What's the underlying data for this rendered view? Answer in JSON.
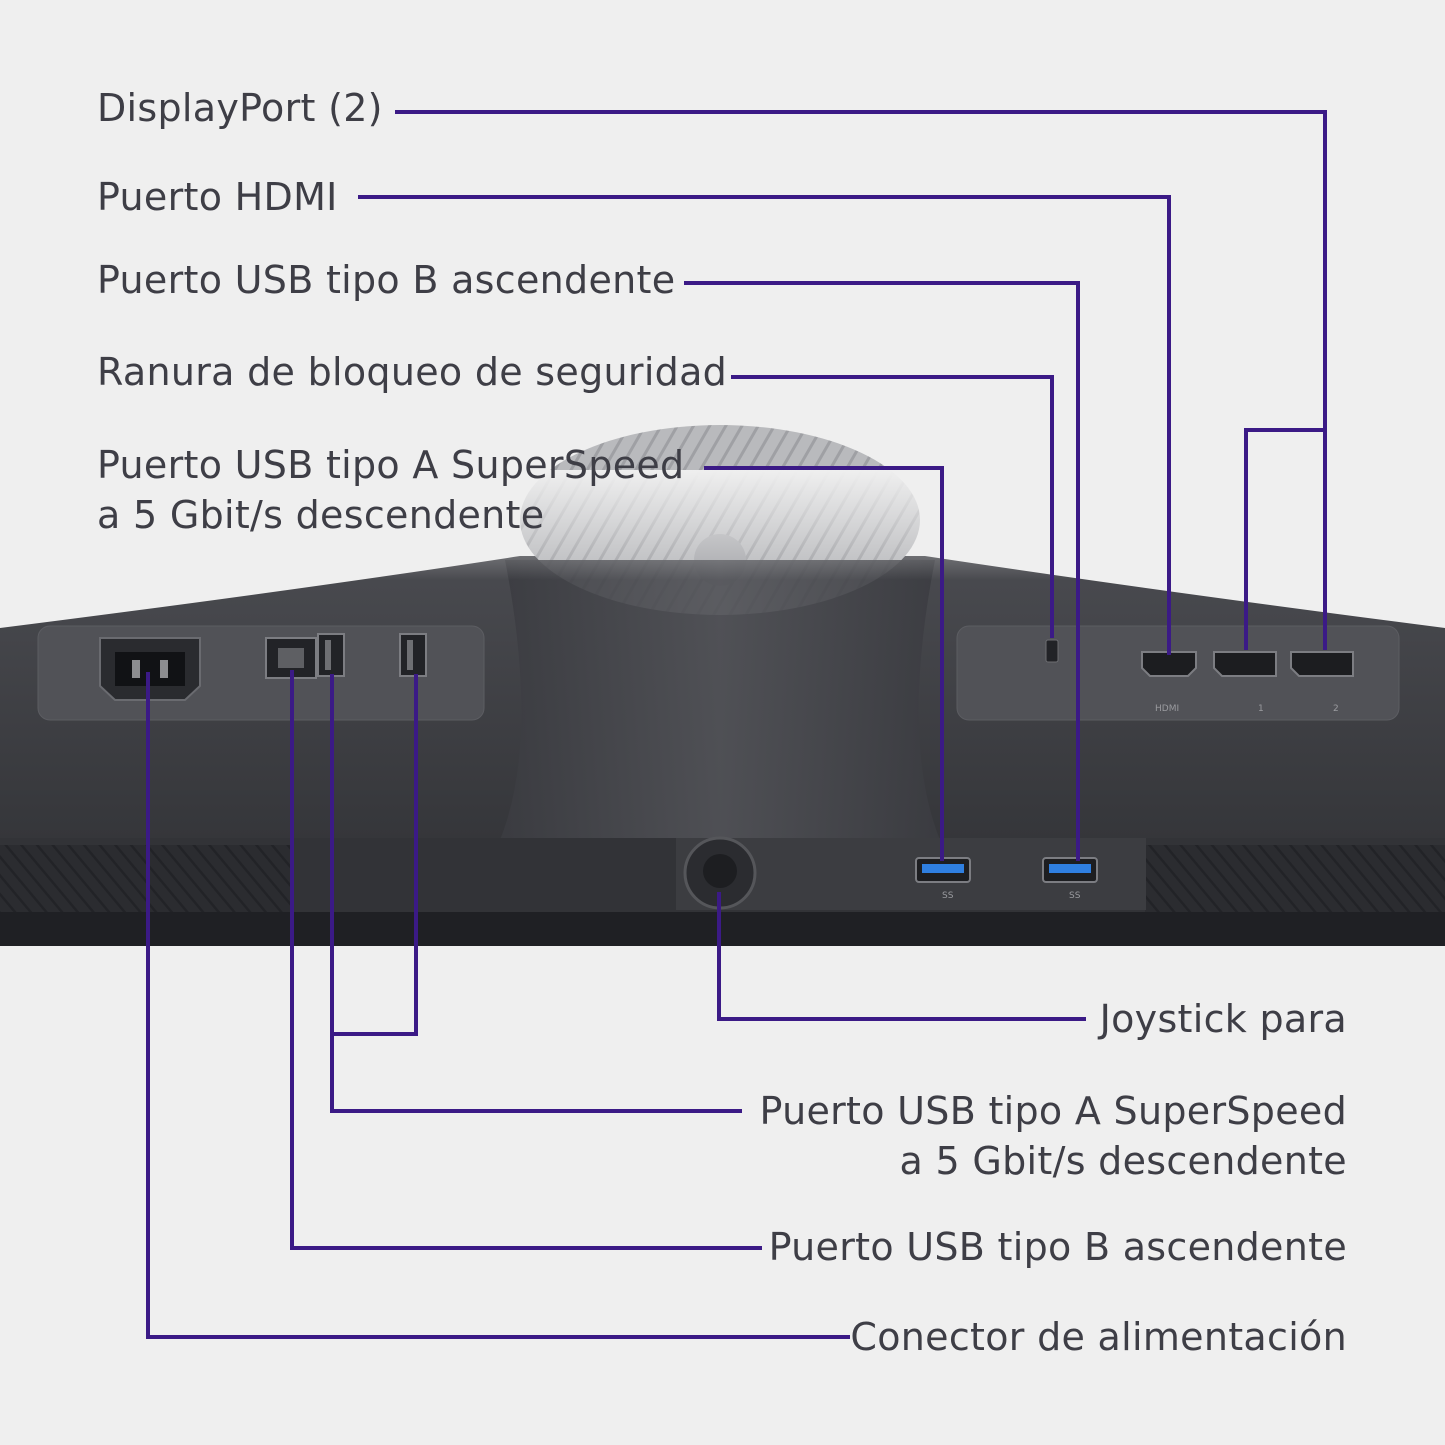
{
  "colors": {
    "background": "#efefef",
    "leader_line": "#3b1a86",
    "label_text": "#3e3e46",
    "monitor_body": "#3a3b3f",
    "usb3_blue": "#2f7fe0"
  },
  "labels_top": [
    {
      "lines": [
        "DisplayPort (2)"
      ]
    },
    {
      "lines": [
        "Puerto HDMI"
      ]
    },
    {
      "lines": [
        "Puerto USB tipo B ascendente"
      ]
    },
    {
      "lines": [
        "Ranura de bloqueo de seguridad"
      ]
    },
    {
      "lines": [
        "Puerto USB tipo A SuperSpeed",
        "a 5 Gbit/s descendente"
      ]
    }
  ],
  "labels_bottom": [
    {
      "lines": [
        "Joystick para"
      ]
    },
    {
      "lines": [
        "Puerto USB tipo A SuperSpeed",
        "a 5 Gbit/s descendente"
      ]
    },
    {
      "lines": [
        "Puerto USB tipo B ascendente"
      ]
    },
    {
      "lines": [
        "Conector de alimentación"
      ]
    }
  ],
  "port_markings": {
    "hdmi": "HDMI",
    "dp1": "1",
    "dp2": "2",
    "ss": "SS"
  }
}
